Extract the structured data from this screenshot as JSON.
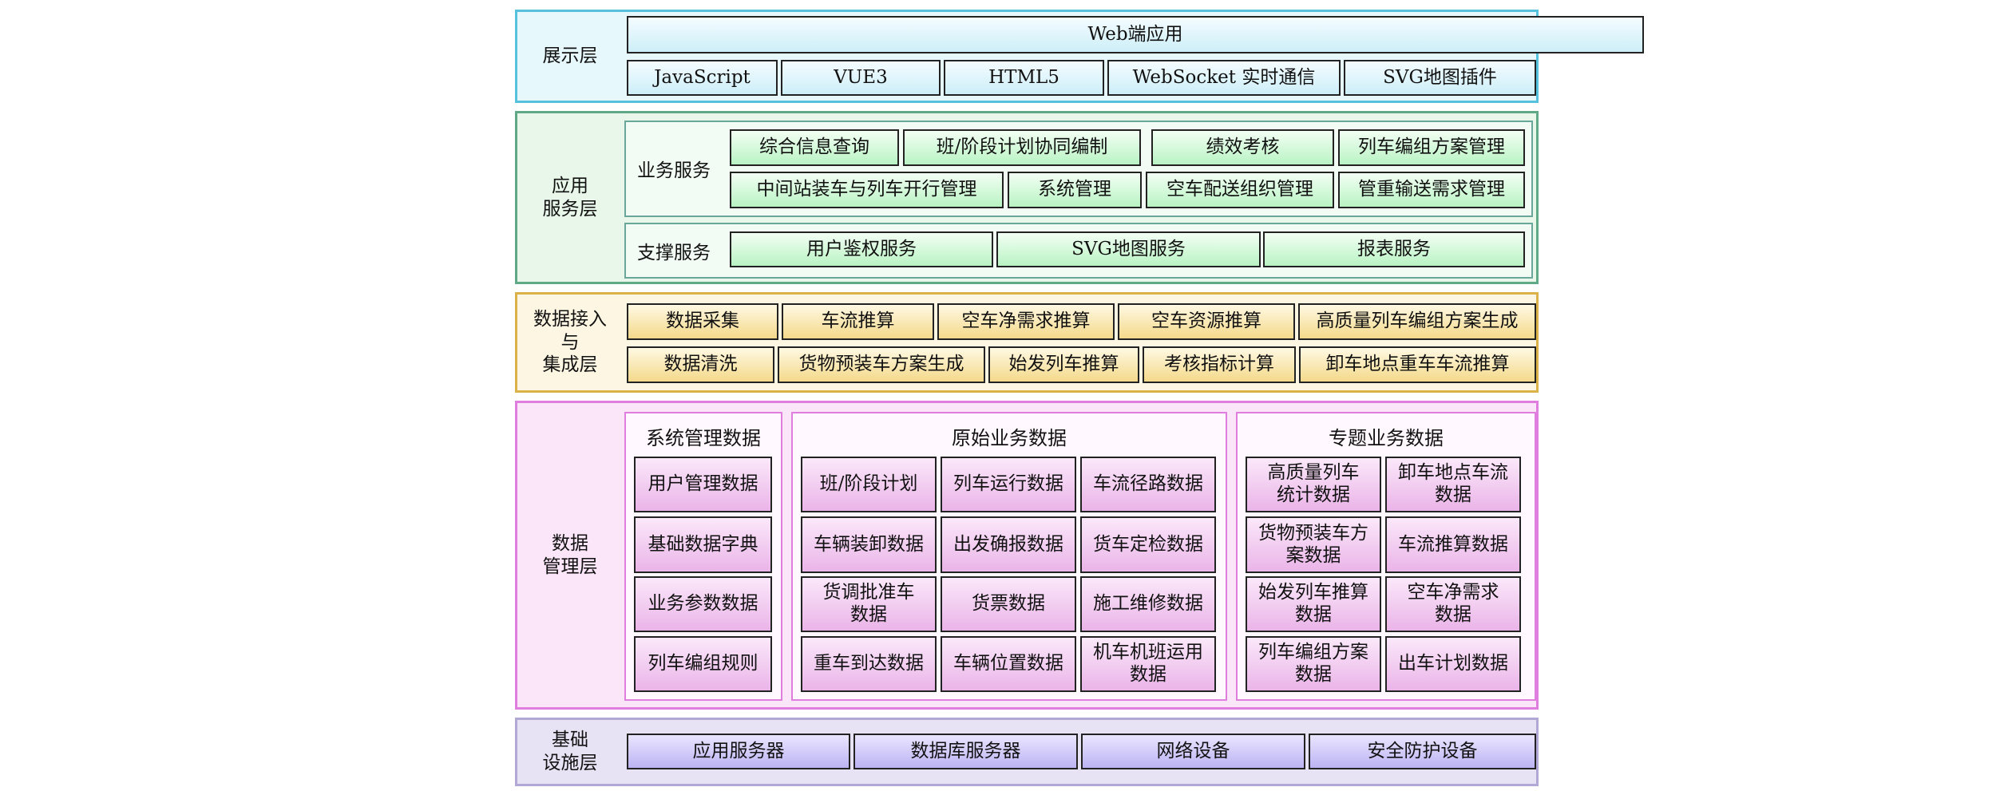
{
  "presentation_layer": {
    "label": "展示层",
    "web_app": "Web端应用",
    "techs": [
      "JavaScript",
      "VUE3",
      "HTML5",
      "WebSocket 实时通信",
      "SVG地图插件"
    ]
  },
  "application_layer": {
    "label": "应用\n服务层",
    "business": {
      "label": "业务服务",
      "row1": [
        "综合信息查询",
        "班/阶段计划协同编制",
        "绩效考核",
        "列车编组方案管理"
      ],
      "row2": [
        "中间站装车与列车开行管理",
        "系统管理",
        "空车配送组织管理",
        "管重输送需求管理"
      ]
    },
    "support": {
      "label": "支撑服务",
      "items": [
        "用户鉴权服务",
        "SVG地图服务",
        "报表服务"
      ]
    }
  },
  "integration_layer": {
    "label": "数据接入\n与\n集成层",
    "row1": [
      "数据采集",
      "车流推算",
      "空车净需求推算",
      "空车资源推算",
      "高质量列车编组方案生成"
    ],
    "row2": [
      "数据清洗",
      "货物预装车方案生成",
      "始发列车推算",
      "考核指标计算",
      "卸车地点重车车流推算"
    ]
  },
  "data_layer": {
    "label": "数据\n管理层",
    "system_data": {
      "title": "系统管理数据",
      "items": [
        "用户管理数据",
        "基础数据字典",
        "业务参数数据",
        "列车编组规则"
      ]
    },
    "raw_data": {
      "title": "原始业务数据",
      "items": [
        "班/阶段计划",
        "列车运行数据",
        "车流径路数据",
        "车辆装卸数据",
        "出发确报数据",
        "货车定检数据",
        "货调批准车\n数据",
        "货票数据",
        "施工维修数据",
        "重车到达数据",
        "车辆位置数据",
        "机车机班运用\n数据"
      ]
    },
    "topic_data": {
      "title": "专题业务数据",
      "items": [
        "高质量列车\n统计数据",
        "卸车地点车流\n数据",
        "货物预装车方\n案数据",
        "车流推算数据",
        "始发列车推算\n数据",
        "空车净需求\n数据",
        "列车编组方案\n数据",
        "出车计划数据"
      ]
    }
  },
  "infrastructure_layer": {
    "label": "基础\n设施层",
    "items": [
      "应用服务器",
      "数据库服务器",
      "网络设备",
      "安全防护设备"
    ]
  }
}
